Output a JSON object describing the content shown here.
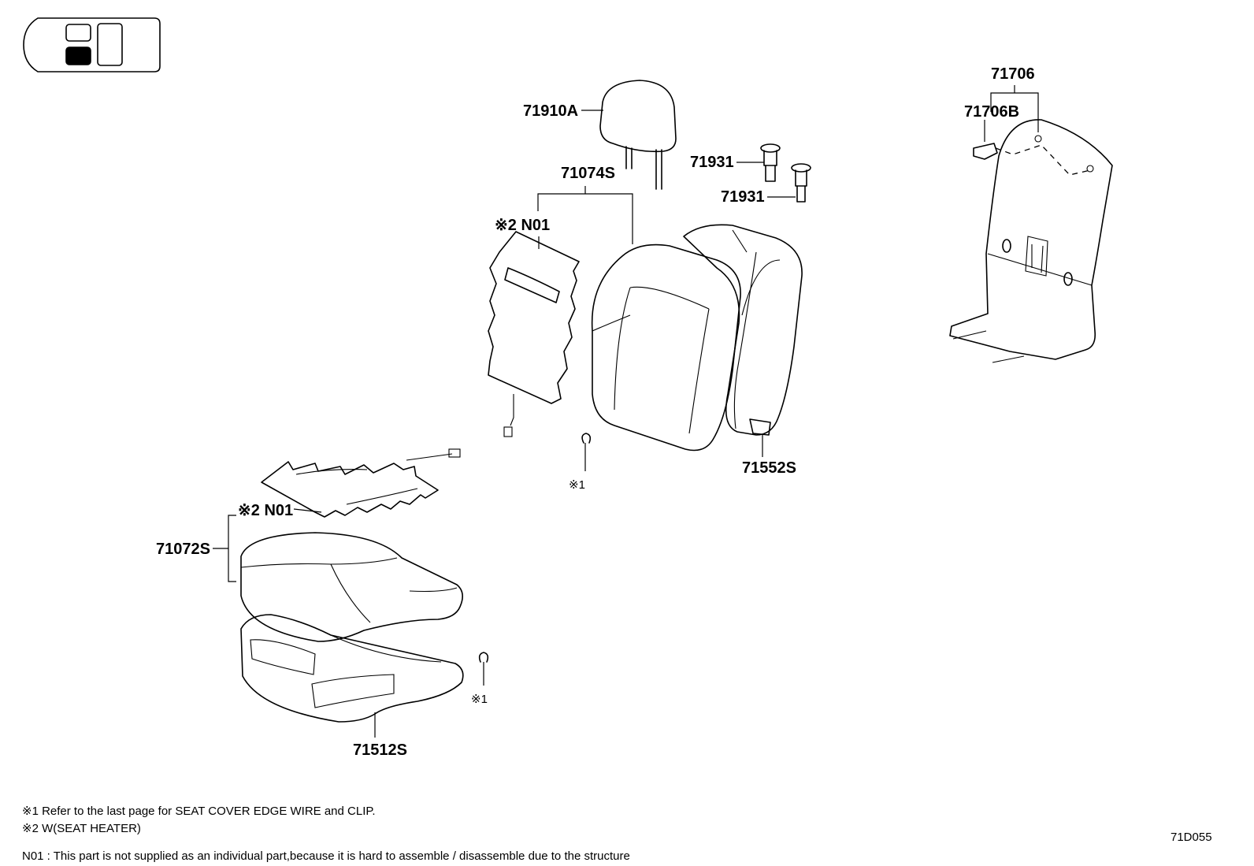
{
  "labels": {
    "headrest": "71910A",
    "back_cover": "71074S",
    "back_heater": "※2 N01",
    "guide_a": "71931",
    "guide_b": "71931",
    "back_board": "71706",
    "back_board_clip": "71706B",
    "back_pad": "71552S",
    "clip_back": "※1",
    "cushion_heater": "※2 N01",
    "cushion_cover": "71072S",
    "cushion_pad": "71512S",
    "clip_cushion": "※1"
  },
  "notes": {
    "note1": "※1 Refer to the last page for SEAT COVER EDGE WIRE and CLIP.",
    "note2": "※2 W(SEAT HEATER)",
    "note3": "N01 : This part is not supplied as an individual part,because it is hard to assemble / disassemble due to the structure"
  },
  "ref_code": "71D055"
}
